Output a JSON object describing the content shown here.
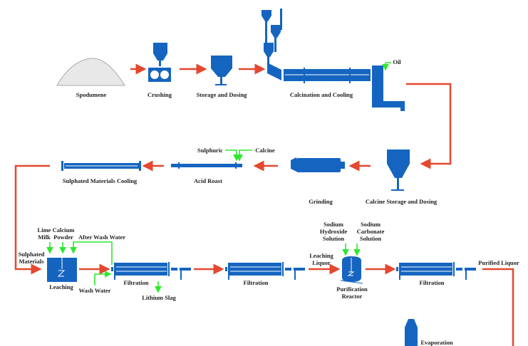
{
  "colors": {
    "equipment": "#1565c0",
    "main_flow": "#e4482f",
    "reagent_flow": "#2ee82e"
  },
  "labels": {
    "spodumene": "Spodumene",
    "crushing": "Crushing",
    "storage_dosing": "Storage and Dosing",
    "calcination_cooling": "Calcination and Cooling",
    "oil": "Oil",
    "calcine_storage": "Calcine Storage and Dosing",
    "grinding": "Grinding",
    "sulphuric": "Sulphuric",
    "calcine": "Calcine",
    "acid_roast": "Acid Roast",
    "sulphated_cooling": "Sulphated Materials Cooling",
    "lime_milk_1": "Lime",
    "lime_milk_2": "Milk",
    "calcium_powder_1": "Calcium",
    "calcium_powder_2": "Powder",
    "after_wash_water": "After Wash Water",
    "sulphated_materials_1": "Sulphated",
    "sulphated_materials_2": "Materials",
    "leaching": "Leaching",
    "wash_water": "Wash Water",
    "filtration_1": "Filtration",
    "lithium_slag": "Lithium Slag",
    "filtration_2": "Filtration",
    "leaching_liquor_1": "Leaching",
    "leaching_liquor_2": "Liquor",
    "naoh_1": "Sodium",
    "naoh_2": "Hydroxide",
    "naoh_3": "Solution",
    "na2co3_1": "Sodium",
    "na2co3_2": "Carbonate",
    "na2co3_3": "Solution",
    "purification_1": "Purification",
    "purification_2": "Reactor",
    "filtration_3": "Filtration",
    "purified_liquor": "Purified Liquor",
    "evaporation": "Evaporation"
  }
}
